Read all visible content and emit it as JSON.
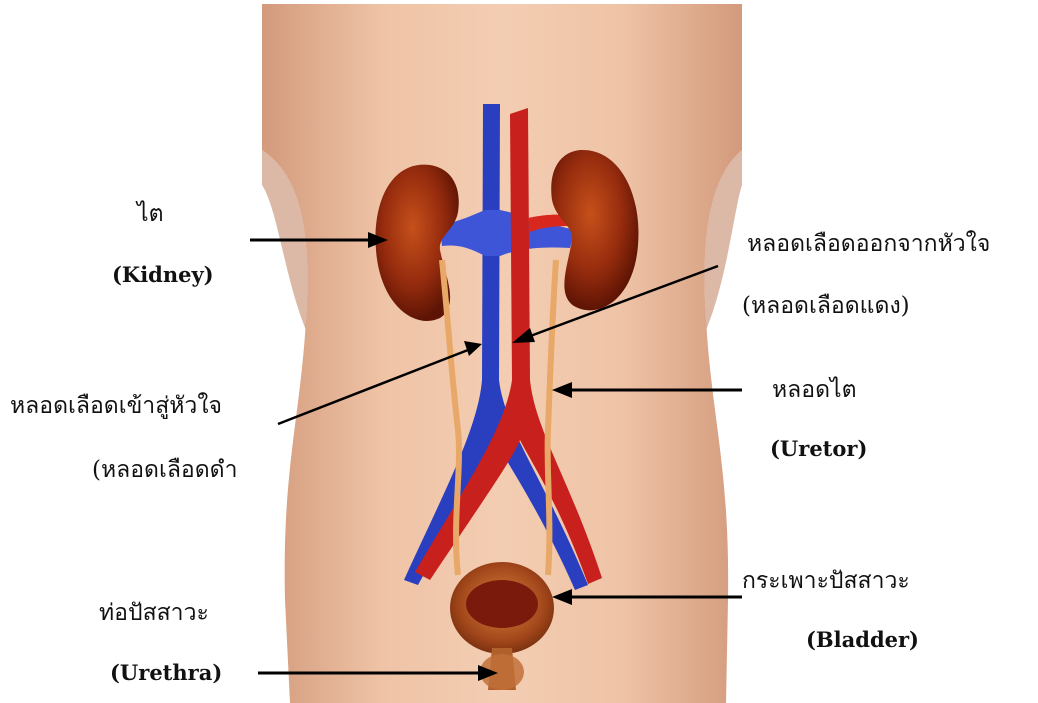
{
  "labels": {
    "kidney_th": "ไต",
    "kidney_en": "(Kidney)",
    "artery_th": "หลอดเลือดออกจากหัวใจ",
    "artery_sub": "(หลอดเลือดแดง)",
    "vein_th": "หลอดเลือดเข้าสู่หัวใจ",
    "vein_sub": "(หลอดเลือดดำ",
    "ureter_th": "หลอดไต",
    "ureter_en": "(Uretor)",
    "bladder_th": "กระเพาะปัสสาวะ",
    "bladder_en": "(Bladder)",
    "urethra_th": "ท่อปัสสาวะ",
    "urethra_en": "(Urethra)"
  },
  "colors": {
    "skin": "#e8b89c",
    "kidney": "#8a2a0c",
    "artery": "#c8201c",
    "vein": "#2a3fc0",
    "ureter": "#e8a868",
    "bladder": "#a0451a",
    "arrow": "#000000"
  }
}
